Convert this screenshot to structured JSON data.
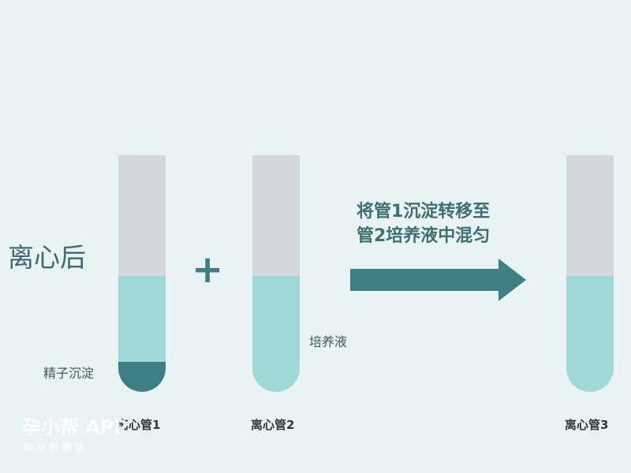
{
  "title": "离心后",
  "plus": "+",
  "step_text": [
    "将管1沉淀转移至",
    "管2培养液中混匀"
  ],
  "tubes": [
    {
      "label": "离心管1",
      "annotation": "精子沉淀"
    },
    {
      "label": "离心管2",
      "annotation": "培养液"
    },
    {
      "label": "离心管3"
    }
  ],
  "watermark": {
    "brand": "孕小帮 APP",
    "slogan": "助 孕 新 希 望"
  },
  "colors": {
    "background": "#e9f3f4",
    "tube_empty": "#d4d6dd",
    "culture_medium": "#9fd8d7",
    "sediment": "#3e7f85",
    "arrow": "#3f7f84"
  }
}
